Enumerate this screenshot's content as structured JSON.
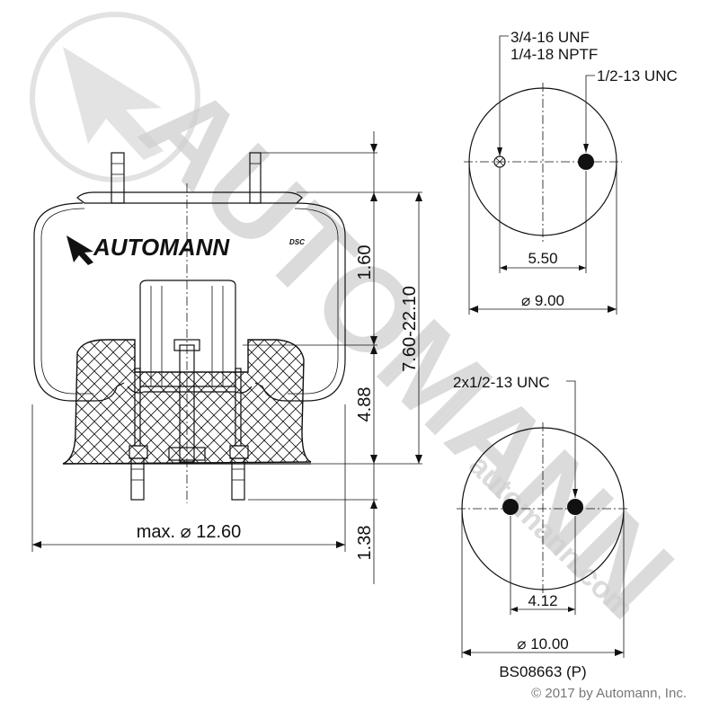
{
  "brand": {
    "logo_text": "AUTOMANN",
    "logo_suffix": "DSC",
    "watermark_text": "AUTOMANN",
    "watermark_url": "automann.com"
  },
  "side_view": {
    "diameter_label": "max. ⌀ 12.60",
    "height_top_label": "1.60",
    "height_mid_label": "4.88",
    "height_bottom_label": "1.38",
    "height_range_label": "7.60-22.10"
  },
  "top_view": {
    "thread_label_1": "3/4-16 UNF",
    "thread_label_2": "1/4-18 NPTF",
    "thread_label_3": "1/2-13 UNC",
    "spacing_label": "5.50",
    "diameter_label": "⌀ 9.00"
  },
  "bottom_view": {
    "thread_label": "2x1/2-13 UNC",
    "spacing_label": "4.12",
    "diameter_label": "⌀ 10.00"
  },
  "part_number": "BS08663 (P)",
  "copyright": "© 2017 by Automann, Inc.",
  "colors": {
    "line": "#111111",
    "watermark": "#d9d9d9",
    "copyright": "#777777"
  }
}
